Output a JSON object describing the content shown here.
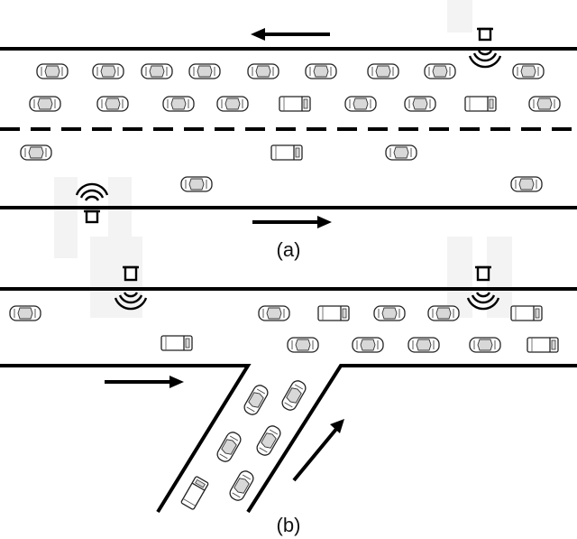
{
  "panels": [
    {
      "label": "(a)",
      "description_visible": false
    },
    {
      "label": "(b)",
      "description_visible": false
    }
  ],
  "colors": {
    "road_line": "#000000",
    "car_outline": "#222222",
    "car_fill": "#ffffff",
    "car_glass": "#d8d8d8",
    "sensor_shadow": "#f2f2f2"
  },
  "icons": [
    "car-icon",
    "truck-icon",
    "roadside-sensor-icon",
    "traffic-direction-arrow"
  ]
}
